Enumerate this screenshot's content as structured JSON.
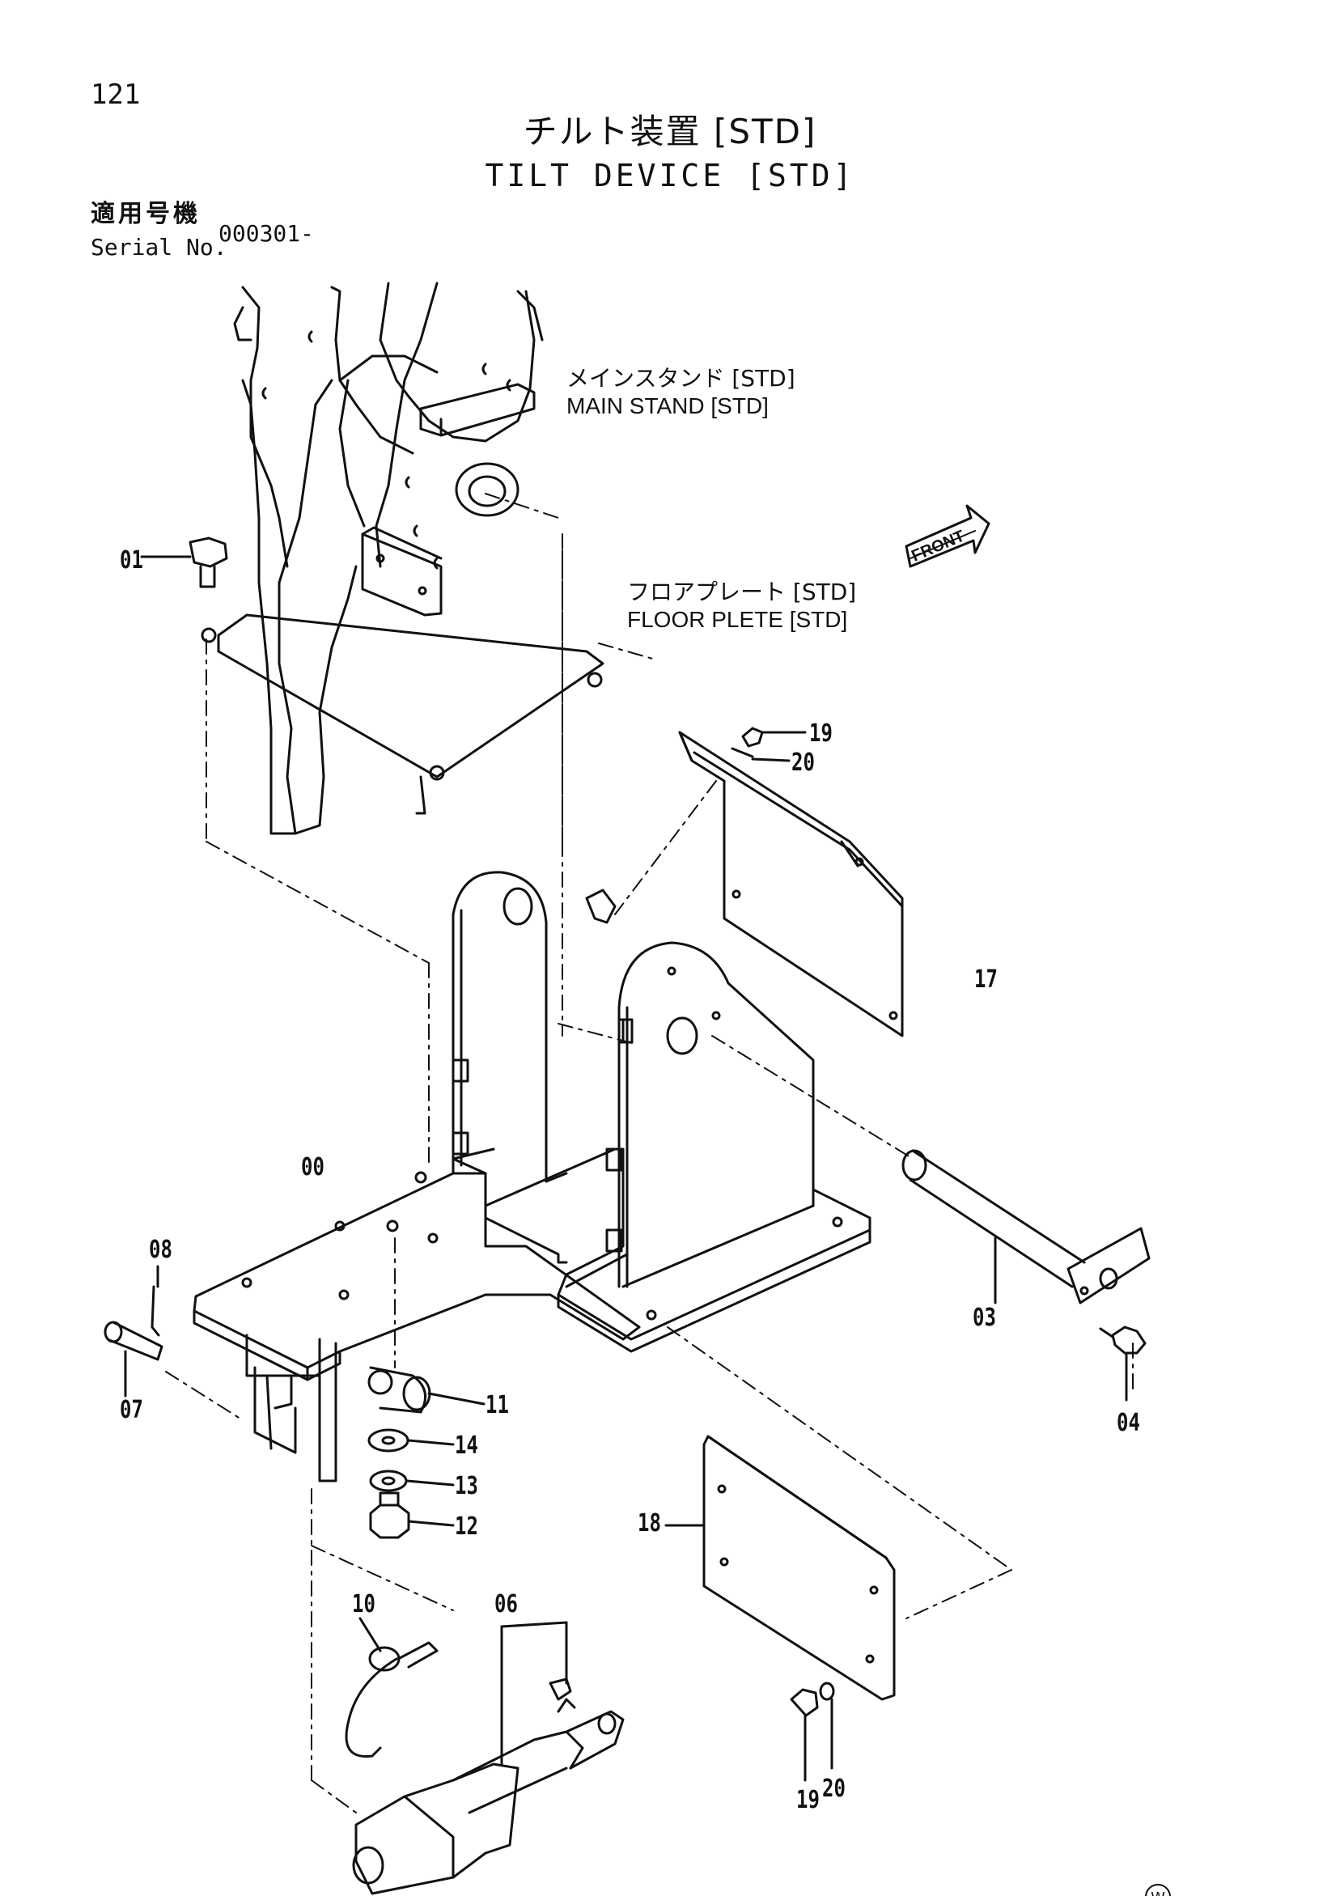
{
  "page_number": "121",
  "title": {
    "ja": "チルト装置 [STD]",
    "en": "TILT DEVICE [STD]"
  },
  "serial": {
    "label_ja": "適用号機",
    "label_en": "Serial No.",
    "value": "000301-"
  },
  "notes": {
    "main_stand_ja": "メインスタンド [STD]",
    "main_stand_en": "MAIN STAND [STD]",
    "floor_plate_ja": "フロアプレート [STD]",
    "floor_plate_en": "FLOOR PLETE [STD]",
    "front_arrow": "FRONT"
  },
  "part_labels": {
    "p00": "00",
    "p01": "01",
    "p03": "03",
    "p04": "04",
    "p06": "06",
    "p07": "07",
    "p08": "08",
    "p10": "10",
    "p11": "11",
    "p12": "12",
    "p13": "13",
    "p14": "14",
    "p17": "17",
    "p18": "18",
    "p19a": "19",
    "p20a": "20",
    "p19b": "19",
    "p20b": "20"
  },
  "stamp": "W"
}
